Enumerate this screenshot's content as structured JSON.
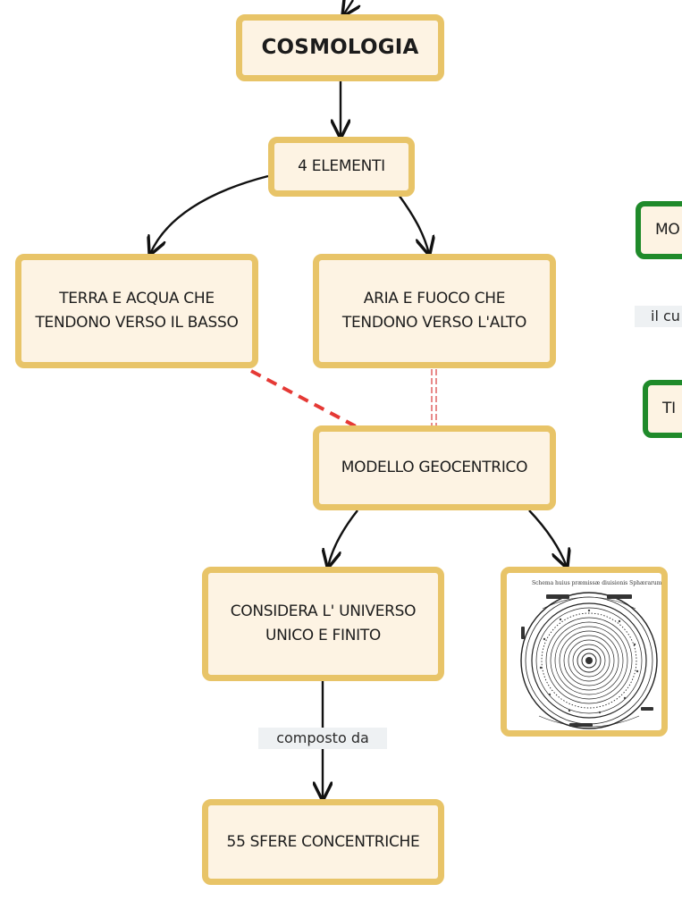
{
  "nodes": {
    "cosmologia": "COSMOLOGIA",
    "quattro_elementi": "4 ELEMENTI",
    "terra_acqua": [
      "TERRA E ACQUA CHE",
      "TENDONO VERSO IL BASSO"
    ],
    "aria_fuoco": [
      "ARIA E FUOCO CHE",
      "TENDONO VERSO L'ALTO"
    ],
    "modello_geocentrico": "MODELLO GEOCENTRICO",
    "universo": [
      "CONSIDERA L' UNIVERSO",
      "UNICO E FINITO"
    ],
    "sfere": "55 SFERE CONCENTRICHE",
    "mo_partial": "MO",
    "ti_partial": "TI"
  },
  "link_labels": {
    "composto_da": "composto da",
    "il_cu_partial": "il cu"
  },
  "image": {
    "icon": "geocentric-cosmos-illustration",
    "caption": "Schema huius præmissæ diuisionis Sphærarum."
  },
  "colors": {
    "node_border": "#e8c468",
    "node_fill": "#fdf3e3",
    "green_border": "#1f8a2a",
    "dashed_red": "#e53935",
    "label_bg": "#eef1f3"
  }
}
